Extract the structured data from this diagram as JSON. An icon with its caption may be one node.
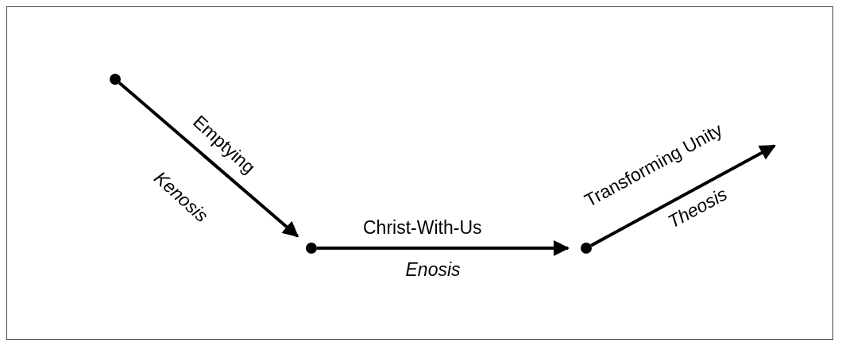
{
  "diagram": {
    "nodes": [
      {
        "text": [],
        "shape": "circle"
      },
      {
        "text": [],
        "shape": "circle"
      },
      {
        "text": [],
        "shape": "circle"
      }
    ],
    "edges": [
      {
        "from": 0,
        "to": 1,
        "arrow": "to",
        "label": "Emptying"
      },
      {
        "from": 1,
        "to": 2,
        "arrow": "to",
        "label": "Christ-With-Us"
      },
      {
        "from": 2,
        "to": null,
        "arrow": "to",
        "label": "Transforming Unity"
      }
    ],
    "labels": [
      "Kenosis",
      "Enosis",
      "Theosis"
    ]
  }
}
